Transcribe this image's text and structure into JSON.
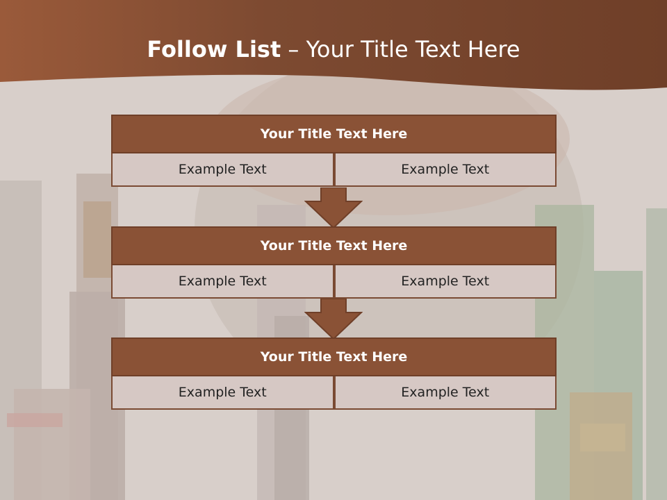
{
  "slide": {
    "title_main": "Follow List",
    "title_separator": " – ",
    "title_sub": "Your Title Text Here"
  },
  "colors": {
    "header_brown": "#7a4530",
    "block_title": "#8a5236",
    "cell_fill": "#d6c8c4",
    "border": "#6f3f28"
  },
  "blocks": [
    {
      "title": "Your Title Text Here",
      "cells": [
        "Example Text",
        "Example Text"
      ]
    },
    {
      "title": "Your Title Text Here",
      "cells": [
        "Example Text",
        "Example Text"
      ]
    },
    {
      "title": "Your Title Text Here",
      "cells": [
        "Example Text",
        "Example Text"
      ]
    }
  ],
  "arrows": [
    "down-arrow-icon",
    "down-arrow-icon"
  ]
}
